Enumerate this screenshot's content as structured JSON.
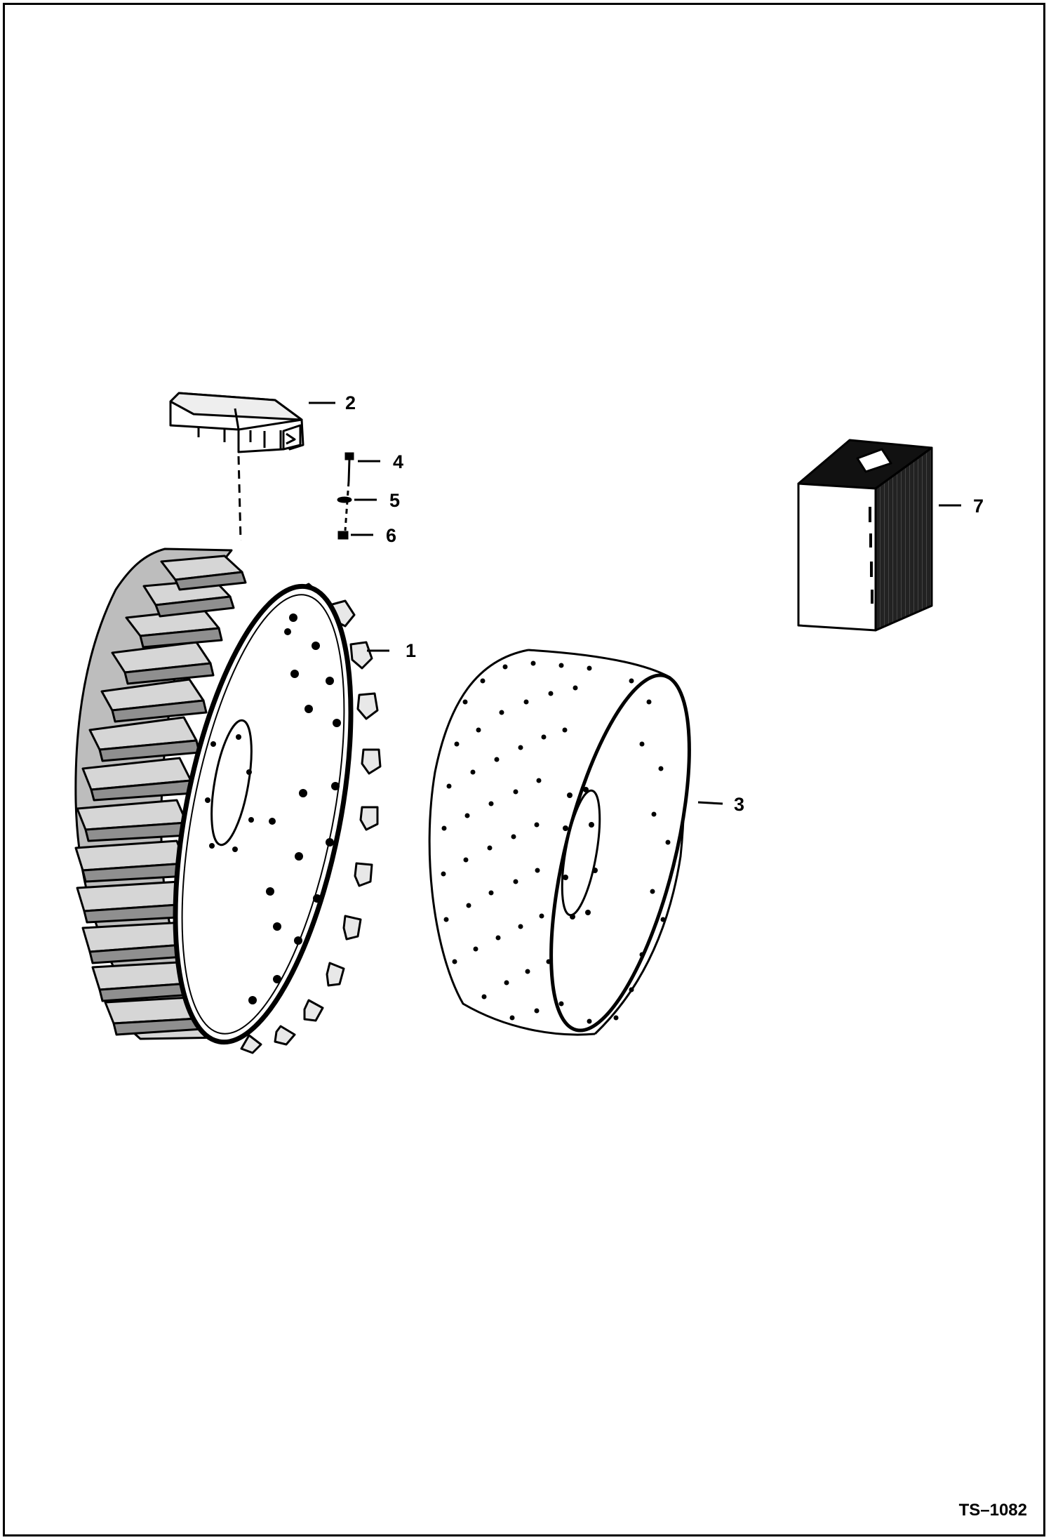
{
  "diagram": {
    "callouts": [
      {
        "number": "1",
        "part": "tire-assembly"
      },
      {
        "number": "2",
        "part": "tread-block"
      },
      {
        "number": "3",
        "part": "wheel-rim"
      },
      {
        "number": "4",
        "part": "bolt"
      },
      {
        "number": "5",
        "part": "washer"
      },
      {
        "number": "6",
        "part": "nut"
      },
      {
        "number": "7",
        "part": "kit-box"
      }
    ],
    "reference_code": "TS–1082"
  }
}
